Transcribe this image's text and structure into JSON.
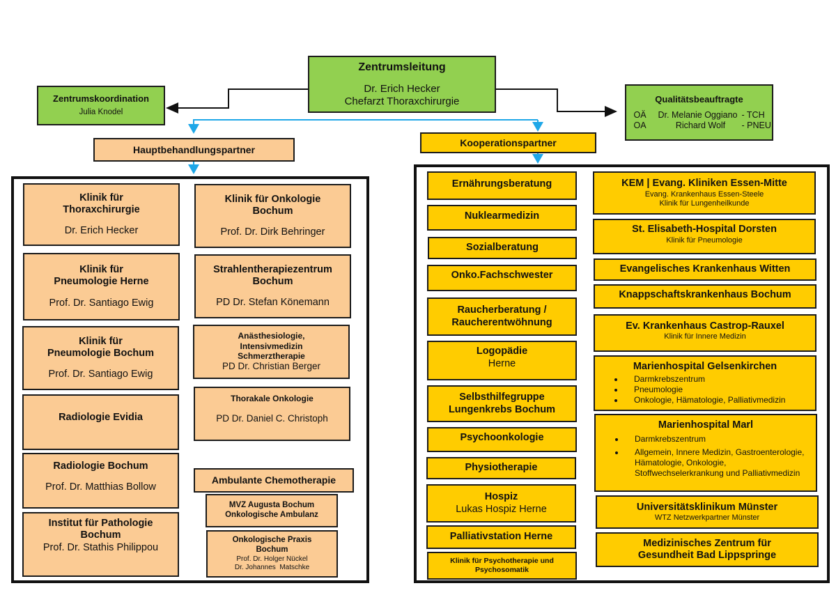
{
  "top": {
    "leadership": {
      "title": "Zentrumsleitung",
      "name": "Dr. Erich Hecker",
      "role": "Chefarzt Thoraxchirurgie"
    },
    "coordination": {
      "title": "Zentrumskoordination",
      "name": "Julia Knodel"
    },
    "quality": {
      "title": "Qualitätsbeauftragte",
      "rows": [
        {
          "prefix": "OÄ",
          "name": "Dr. Melanie Oggiano",
          "dept": "- TCH"
        },
        {
          "prefix": "OA",
          "name": "Richard Wolf",
          "dept": "- PNEU"
        }
      ]
    }
  },
  "main_partners": {
    "header": "Hauptbehandlungspartner",
    "left": [
      {
        "title": [
          "Klinik für",
          "Thoraxchirurgie"
        ],
        "person": "Dr. Erich Hecker"
      },
      {
        "title": [
          "Klinik für",
          "Pneumologie Herne"
        ],
        "person": "Prof. Dr. Santiago Ewig"
      },
      {
        "title": [
          "Klinik für",
          "Pneumologie Bochum"
        ],
        "person": "Prof. Dr. Santiago Ewig"
      },
      {
        "title": [
          "Radiologie Evidia"
        ],
        "person": ""
      },
      {
        "title": [
          "Radiologie Bochum"
        ],
        "person": "Prof. Dr. Matthias Bollow"
      },
      {
        "title": [
          "Institut für Pathologie",
          "Bochum"
        ],
        "person": "Prof. Dr. Stathis Philippou"
      }
    ],
    "right": [
      {
        "title": [
          "Klinik für Onkologie",
          "Bochum"
        ],
        "person": "Prof. Dr. Dirk Behringer"
      },
      {
        "title": [
          "Strahlentherapiezentrum",
          "Bochum"
        ],
        "person": "PD Dr. Stefan Könemann"
      },
      {
        "title": [
          "Anästhesiologie,",
          "Intensivmedizin",
          "Schmerztherapie"
        ],
        "person": "PD Dr. Christian Berger"
      },
      {
        "title": [
          "Thorakale Onkologie"
        ],
        "person": "PD Dr. Daniel C. Christoph"
      }
    ],
    "chemo": {
      "header": "Ambulante Chemotherapie",
      "mvz": [
        "MVZ Augusta Bochum",
        "Onkologische Ambulanz"
      ],
      "praxis": {
        "title": [
          "Onkologische Praxis",
          "Bochum"
        ],
        "persons": [
          "Prof. Dr. Holger Nückel",
          "Dr. Johannes  Matschke"
        ]
      }
    }
  },
  "cooperation": {
    "header": "Kooperationspartner",
    "services": [
      {
        "title": [
          "Ernährungsberatung"
        ]
      },
      {
        "title": [
          "Nuklearmedizin"
        ]
      },
      {
        "title": [
          "Sozialberatung"
        ]
      },
      {
        "title": [
          "Onko.Fachschwester"
        ]
      },
      {
        "title": [
          "Raucherberatung /",
          "Raucherentwöhnung"
        ]
      },
      {
        "title": [
          "Logopädie"
        ],
        "sub": "Herne"
      },
      {
        "title": [
          "Selbsthilfegruppe",
          "Lungenkrebs Bochum"
        ]
      },
      {
        "title": [
          "Psychoonkologie"
        ]
      },
      {
        "title": [
          "Physiotherapie"
        ]
      },
      {
        "title": [
          "Hospiz"
        ],
        "sub": "Lukas Hospiz Herne"
      },
      {
        "title": [
          "Palliativstation Herne"
        ]
      },
      {
        "title": [
          "Klinik für Psychotherapie und",
          "Psychosomatik"
        ]
      }
    ],
    "hospitals": [
      {
        "title": "KEM | Evang. Kliniken Essen-Mitte",
        "lines": [
          "Evang. Krankenhaus Essen-Steele",
          "Klinik für Lungenheilkunde"
        ]
      },
      {
        "title": "St. Elisabeth-Hospital Dorsten",
        "lines": [
          "Klinik für Pneumologie"
        ]
      },
      {
        "title": "Evangelisches Krankenhaus Witten",
        "lines": []
      },
      {
        "title": "Knappschaftskrankenhaus Bochum",
        "lines": []
      },
      {
        "title": "Ev. Krankenhaus Castrop-Rauxel",
        "lines": [
          "Klinik für Innere Medizin"
        ]
      },
      {
        "title": "Marienhospital Gelsenkirchen",
        "bullets": [
          "Darmkrebszentrum",
          "Pneumologie",
          "Onkologie, Hämatologie, Palliativmedizin"
        ]
      },
      {
        "title": "Marienhospital Marl",
        "bullets": [
          "Darmkrebszentrum",
          "Allgemein, Innere Medizin, Gastroenterologie, Hämatologie, Onkologie, Stoffwechselerkrankung und Palliativmedizin"
        ]
      },
      {
        "title": "Universitätsklinikum Münster",
        "lines": [
          "WTZ Netzwerkpartner Münster"
        ]
      },
      {
        "title": "Medizinisches Zentrum für Gesundheit Bad Lippspringe",
        "lines": []
      }
    ]
  },
  "colors": {
    "green": "#92d050",
    "peach": "#fbcb94",
    "yellow": "#ffcc00",
    "connector_blue": "#1ea7e8",
    "connector_black": "#111111"
  }
}
